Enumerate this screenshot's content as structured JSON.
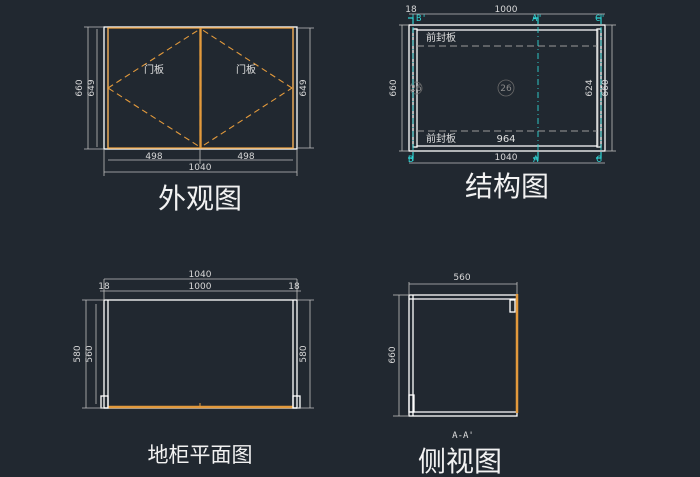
{
  "colors": {
    "background": "#212830",
    "outline": "#ffffff",
    "door": "#e39a3c",
    "dimension": "#bfbfbf",
    "section_marker": "#2fd4d4"
  },
  "views": {
    "exterior": {
      "title": "外观图",
      "door_label_left": "门板",
      "door_label_right": "门板",
      "dim_height_outer": "660",
      "dim_height_inner": "649",
      "dim_height_right": "649",
      "dim_door_left": "498",
      "dim_door_right": "498",
      "dim_total_width": "1040"
    },
    "structure": {
      "title": "结构图",
      "dim_side_top_left": "18",
      "dim_width_inner": "1000",
      "dim_width_total": "1040",
      "dim_height_left": "660",
      "dim_height_right_inner": "624",
      "dim_height_right_outer": "660",
      "dim_rail_length": "964",
      "panel_label_top": "前封板",
      "panel_label_bottom": "前封板",
      "part_number_left": "26",
      "part_number_center": "26",
      "marker_a_top": "A'",
      "marker_b_top": "B'",
      "marker_c_top": "C'",
      "marker_a_bottom": "A",
      "marker_b_bottom": "B",
      "marker_c_bottom": "C"
    },
    "plan": {
      "title": "地柜平面图",
      "dim_total_width": "1040",
      "dim_inner_width": "1000",
      "dim_side_left": "18",
      "dim_side_right": "18",
      "dim_depth_outer": "580",
      "dim_depth_inner": "560",
      "dim_depth_right": "580"
    },
    "side": {
      "title": "侧视图",
      "section_label": "A-A'",
      "dim_depth": "560",
      "dim_height": "660"
    }
  }
}
